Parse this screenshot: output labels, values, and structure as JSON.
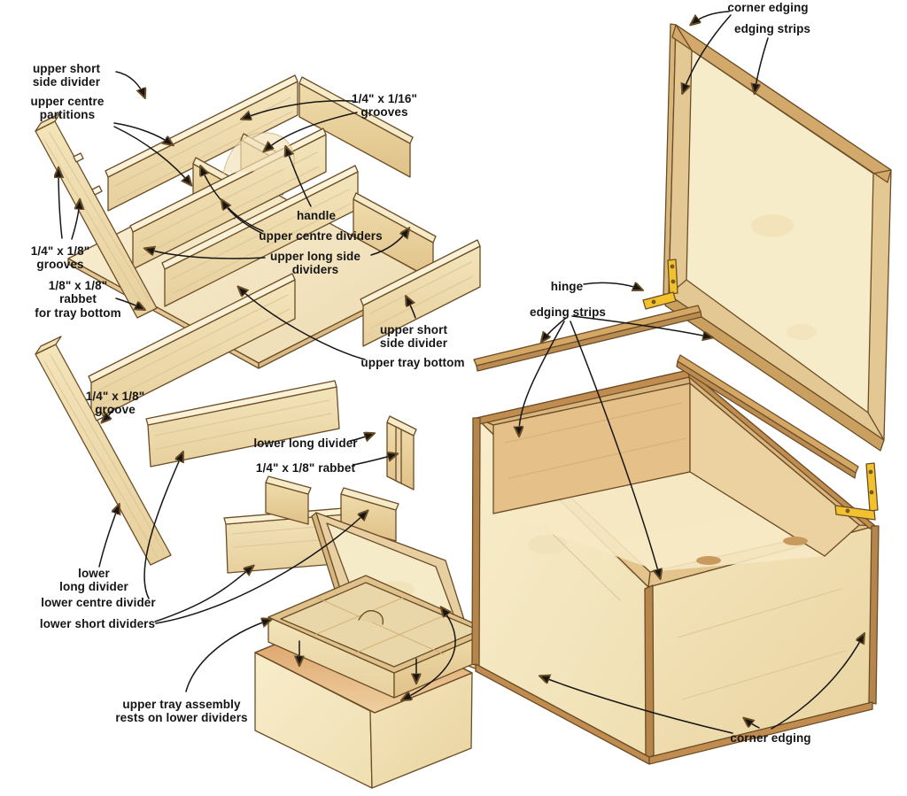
{
  "figure": {
    "kind": "exploded woodworking plan of a jewellery box with upper tray, lower dividers, hinged lid and edging",
    "background": "#ffffff"
  },
  "colors": {
    "outline": "#6b4d26",
    "wood_light": "#f6eac6",
    "wood_mid": "#eedcae",
    "wood_warm": "#e4c48d",
    "wood_tan": "#d0a263",
    "wood_dark_trim": "#b5854b",
    "inner_glow": "#d8955a",
    "hinge_gold": "#f2c12e",
    "label_text": "#151515",
    "arrow": "#161616"
  },
  "labels": [
    {
      "id": "upper-short-side-divider-1",
      "text": "upper short\nside divider"
    },
    {
      "id": "upper-centre-partitions",
      "text": "upper centre\npartitions"
    },
    {
      "id": "grooves-quarter-sixteenth",
      "text": "1/4\" x 1/16\"\ngrooves"
    },
    {
      "id": "handle",
      "text": "handle"
    },
    {
      "id": "upper-centre-dividers",
      "text": "upper centre dividers"
    },
    {
      "id": "upper-long-side-dividers",
      "text": "upper long side\ndividers"
    },
    {
      "id": "upper-short-side-divider-2",
      "text": "upper short\nside divider"
    },
    {
      "id": "upper-tray-bottom",
      "text": "upper tray bottom"
    },
    {
      "id": "hinge",
      "text": "hinge"
    },
    {
      "id": "edging-strips-mid",
      "text": "edging strips"
    },
    {
      "id": "grooves-quarter-eighth",
      "text": "1/4\" x 1/8\"\ngrooves"
    },
    {
      "id": "rabbet-eighth",
      "text": "1/8\" x 1/8\"\nrabbet\nfor tray bottom"
    },
    {
      "id": "groove-quarter-eighth",
      "text": "1/4\" x 1/8\"\ngroove"
    },
    {
      "id": "lower-long-divider-1",
      "text": "lower long divider"
    },
    {
      "id": "rabbet-quarter-eighth",
      "text": "1/4\" x 1/8\" rabbet"
    },
    {
      "id": "lower-long-divider-2",
      "text": "lower\nlong divider"
    },
    {
      "id": "lower-centre-divider",
      "text": "lower centre divider"
    },
    {
      "id": "lower-short-dividers",
      "text": "lower short dividers"
    },
    {
      "id": "upper-tray-assembly-note",
      "text": "upper tray assembly\nrests on lower dividers"
    },
    {
      "id": "corner-edging-top",
      "text": "corner edging"
    },
    {
      "id": "edging-strips-top",
      "text": "edging strips"
    },
    {
      "id": "corner-edging-bottom",
      "text": "corner edging"
    }
  ]
}
